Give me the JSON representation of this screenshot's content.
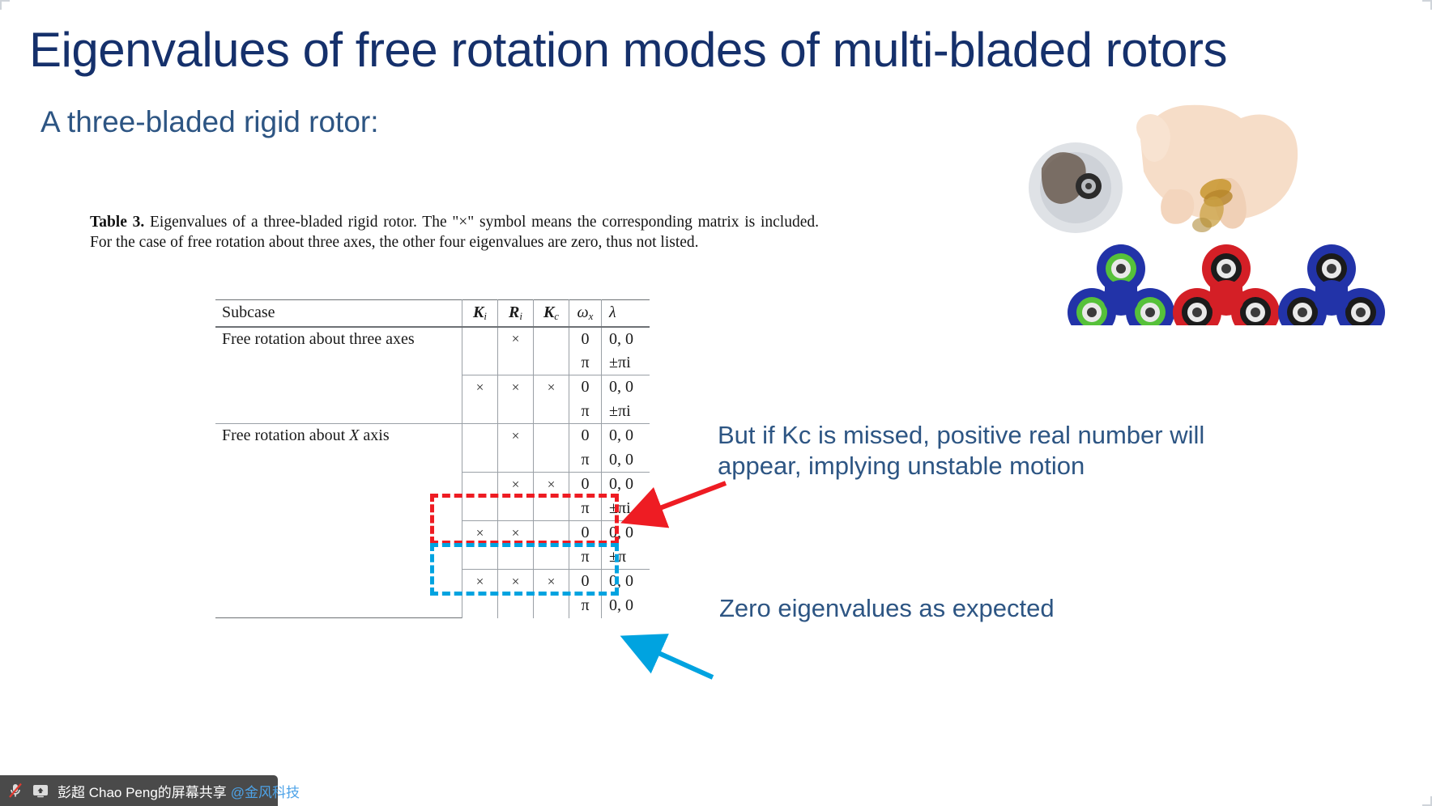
{
  "slide": {
    "title": "Eigenvalues of free rotation modes of multi-bladed rotors",
    "subtitle": "A three-bladed rigid rotor:",
    "title_color": "#15306b",
    "subtitle_color": "#2d5583"
  },
  "caption": {
    "label": "Table 3.",
    "text": " Eigenvalues of a three-bladed rigid rotor. The \"×\" symbol means the corresponding matrix is included. For the case of free rotation about three axes, the other four eigenvalues are zero, thus not listed."
  },
  "table": {
    "headers": {
      "subcase": "Subcase",
      "ki": "K",
      "ki_sub": "i",
      "ri": "R",
      "ri_sub": "i",
      "kc": "K",
      "kc_sub": "c",
      "omega": "ω",
      "omega_sub": "x",
      "lambda": "λ"
    },
    "mark": "×",
    "groups": [
      {
        "subcase": "Free rotation about three axes",
        "blocks": [
          {
            "ki": "",
            "ri": "×",
            "kc": "",
            "rows": [
              {
                "omega": "0",
                "lambda": "0, 0"
              },
              {
                "omega": "π",
                "lambda": "±πi"
              }
            ]
          },
          {
            "ki": "×",
            "ri": "×",
            "kc": "×",
            "rows": [
              {
                "omega": "0",
                "lambda": "0, 0"
              },
              {
                "omega": "π",
                "lambda": "±πi"
              }
            ]
          }
        ]
      },
      {
        "subcase": "Free rotation about X axis",
        "blocks": [
          {
            "ki": "",
            "ri": "×",
            "kc": "",
            "rows": [
              {
                "omega": "0",
                "lambda": "0, 0"
              },
              {
                "omega": "π",
                "lambda": "0, 0"
              }
            ]
          },
          {
            "ki": "",
            "ri": "×",
            "kc": "×",
            "rows": [
              {
                "omega": "0",
                "lambda": "0, 0"
              },
              {
                "omega": "π",
                "lambda": "±πi"
              }
            ]
          },
          {
            "ki": "×",
            "ri": "×",
            "kc": "",
            "highlight": "red",
            "rows": [
              {
                "omega": "0",
                "lambda": "0, 0"
              },
              {
                "omega": "π",
                "lambda": "±π"
              }
            ]
          },
          {
            "ki": "×",
            "ri": "×",
            "kc": "×",
            "highlight": "blue",
            "rows": [
              {
                "omega": "0",
                "lambda": "0, 0"
              },
              {
                "omega": "π",
                "lambda": "0, 0"
              }
            ]
          }
        ]
      }
    ]
  },
  "annotations": {
    "red": {
      "text": "But if Kc is missed, positive real number will appear, implying unstable motion",
      "color": "#ee1c23"
    },
    "blue": {
      "text": "Zero eigenvalues as expected",
      "color": "#00a3e0"
    }
  },
  "taskbar": {
    "mic_icon": "mic-muted-icon",
    "share_icon": "screen-share-icon",
    "text": "彭超 Chao Peng的屏幕共享",
    "tag": "@金风科技",
    "bg": "#4a4a4a"
  },
  "artwork": {
    "caption": "three-bladed fidget spinners and a hand spinning one",
    "spinner_colors": [
      "#2233a8",
      "#d41f26",
      "#2233a8"
    ],
    "accent_colors": [
      "#56c13a",
      "#1b1b1b",
      "#1b1b1b"
    ]
  }
}
